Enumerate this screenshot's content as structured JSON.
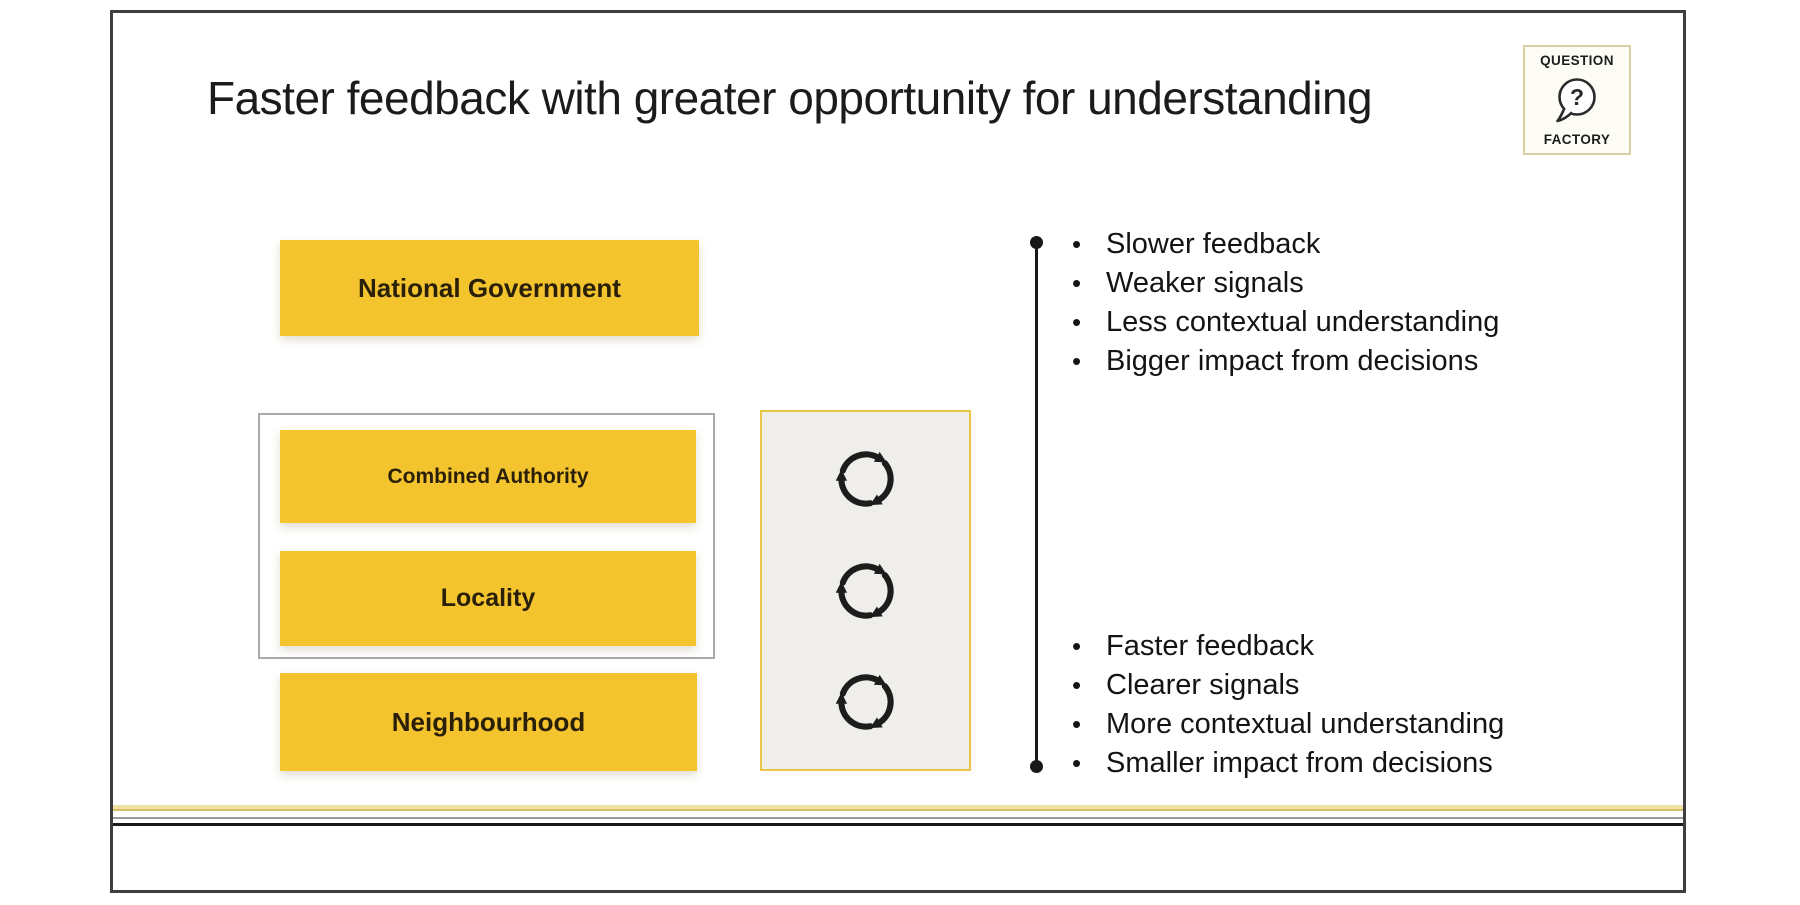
{
  "slide": {
    "title": "Faster feedback with greater opportunity for understanding",
    "logo": {
      "top_text": "QUESTION",
      "bottom_text": "FACTORY",
      "question_mark": "?"
    },
    "hierarchy": {
      "national": "National Government",
      "combined": "Combined Authority",
      "locality": "Locality",
      "neighbourhood": "Neighbourhood"
    },
    "lists": {
      "marker": "•",
      "top": [
        "Slower feedback",
        "Weaker signals",
        "Less contextual understanding",
        "Bigger impact from decisions"
      ],
      "bottom": [
        "Faster feedback",
        "Clearer signals",
        "More contextual understanding",
        "Smaller impact from decisions"
      ]
    },
    "icons": {
      "cycle_count": 3
    },
    "colors": {
      "box_yellow": "#F4C42F",
      "box_text": "#2A2008",
      "container_border_gray": "#A9A9A9",
      "cycle_panel_bg": "#EFEEEB",
      "cycle_panel_border": "#E8C545",
      "logo_border": "#D8CFA0",
      "connector_black": "#181818",
      "rule_yellow": "#F0E2A4",
      "rule_gray": "#9A9A9A",
      "rule_black": "#1A1A1A",
      "slide_border": "#3F3F3F"
    }
  }
}
